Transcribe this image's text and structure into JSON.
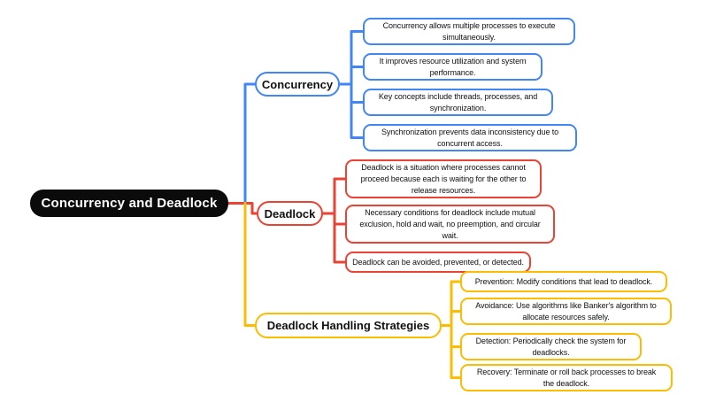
{
  "colors": {
    "blue": "#4285F4",
    "red": "#EA4335",
    "yellow": "#FBBC04",
    "root_bg": "#0B0B0C"
  },
  "mindmap": {
    "root": "Concurrency and Deadlock",
    "branches": [
      {
        "label": "Concurrency",
        "color": "blue",
        "children": [
          "Concurrency allows multiple processes to execute\nsimultaneously.",
          "It improves resource utilization and system\nperformance.",
          "Key concepts include threads, processes, and\nsynchronization.",
          "Synchronization prevents data inconsistency due to\nconcurrent access."
        ]
      },
      {
        "label": "Deadlock",
        "color": "red",
        "children": [
          "Deadlock is a situation where processes cannot\nproceed because each is waiting for the other to\nrelease resources.",
          "Necessary conditions for deadlock include mutual\nexclusion, hold and wait, no preemption, and circular\nwait.",
          "Deadlock can be avoided, prevented, or detected."
        ]
      },
      {
        "label": "Deadlock Handling Strategies",
        "color": "yellow",
        "children": [
          "Prevention: Modify conditions that lead to deadlock.",
          "Avoidance: Use algorithms like Banker's algorithm to\nallocate resources safely.",
          "Detection: Periodically check the system for\ndeadlocks.",
          "Recovery: Terminate or roll back processes to break\nthe deadlock."
        ]
      }
    ]
  }
}
